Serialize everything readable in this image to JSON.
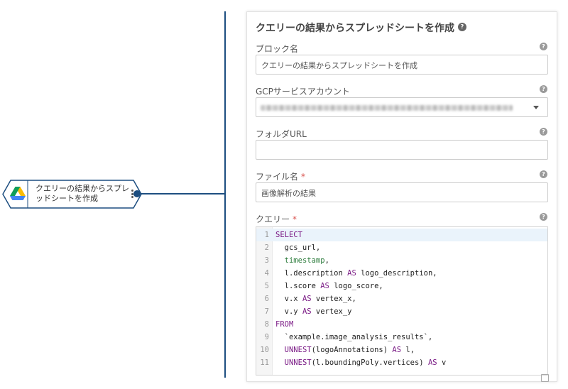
{
  "node": {
    "label": "クエリーの結果からスプレッドシートを作成",
    "icon": "google-drive-icon"
  },
  "panel": {
    "title": "クエリーの結果からスプレッドシートを作成",
    "fields": {
      "block_name": {
        "label": "ブロック名",
        "value": "クエリーの結果からスプレッドシートを作成"
      },
      "gcp_account": {
        "label": "GCPサービスアカウント",
        "value": ""
      },
      "folder_url": {
        "label": "フォルダURL",
        "value": ""
      },
      "file_name": {
        "label": "ファイル名",
        "required_mark": "*",
        "value": "画像解析の結果"
      },
      "query": {
        "label": "クエリー",
        "required_mark": "*"
      }
    }
  },
  "editor": {
    "lines": [
      {
        "num": "1",
        "parts": [
          {
            "t": "SELECT",
            "c": "kw"
          }
        ]
      },
      {
        "num": "2",
        "parts": [
          {
            "t": "  gcs_url,",
            "c": ""
          }
        ]
      },
      {
        "num": "3",
        "parts": [
          {
            "t": "  ",
            "c": ""
          },
          {
            "t": "timestamp",
            "c": "fn"
          },
          {
            "t": ",",
            "c": ""
          }
        ]
      },
      {
        "num": "4",
        "parts": [
          {
            "t": "  l.description ",
            "c": ""
          },
          {
            "t": "AS",
            "c": "kw"
          },
          {
            "t": " logo_description,",
            "c": ""
          }
        ]
      },
      {
        "num": "5",
        "parts": [
          {
            "t": "  l.score ",
            "c": ""
          },
          {
            "t": "AS",
            "c": "kw"
          },
          {
            "t": " logo_score,",
            "c": ""
          }
        ]
      },
      {
        "num": "6",
        "parts": [
          {
            "t": "  v.x ",
            "c": ""
          },
          {
            "t": "AS",
            "c": "kw"
          },
          {
            "t": " vertex_x,",
            "c": ""
          }
        ]
      },
      {
        "num": "7",
        "parts": [
          {
            "t": "  v.y ",
            "c": ""
          },
          {
            "t": "AS",
            "c": "kw"
          },
          {
            "t": " vertex_y",
            "c": ""
          }
        ]
      },
      {
        "num": "8",
        "parts": [
          {
            "t": "FROM",
            "c": "kw"
          }
        ]
      },
      {
        "num": "9",
        "parts": [
          {
            "t": "  `example.image_analysis_results`,",
            "c": ""
          }
        ]
      },
      {
        "num": "10",
        "parts": [
          {
            "t": "  ",
            "c": ""
          },
          {
            "t": "UNNEST",
            "c": "fx"
          },
          {
            "t": "(logoAnnotations) ",
            "c": ""
          },
          {
            "t": "AS",
            "c": "kw"
          },
          {
            "t": " l,",
            "c": ""
          }
        ]
      },
      {
        "num": "11",
        "parts": [
          {
            "t": "  ",
            "c": ""
          },
          {
            "t": "UNNEST",
            "c": "fx"
          },
          {
            "t": "(l.boundingPoly.vertices) ",
            "c": ""
          },
          {
            "t": "AS",
            "c": "kw"
          },
          {
            "t": " v",
            "c": ""
          }
        ]
      }
    ]
  },
  "colors": {
    "accent": "#1d4e80",
    "required": "#d9534f",
    "keyword": "#7a1a85",
    "function": "#2a7a3a"
  }
}
